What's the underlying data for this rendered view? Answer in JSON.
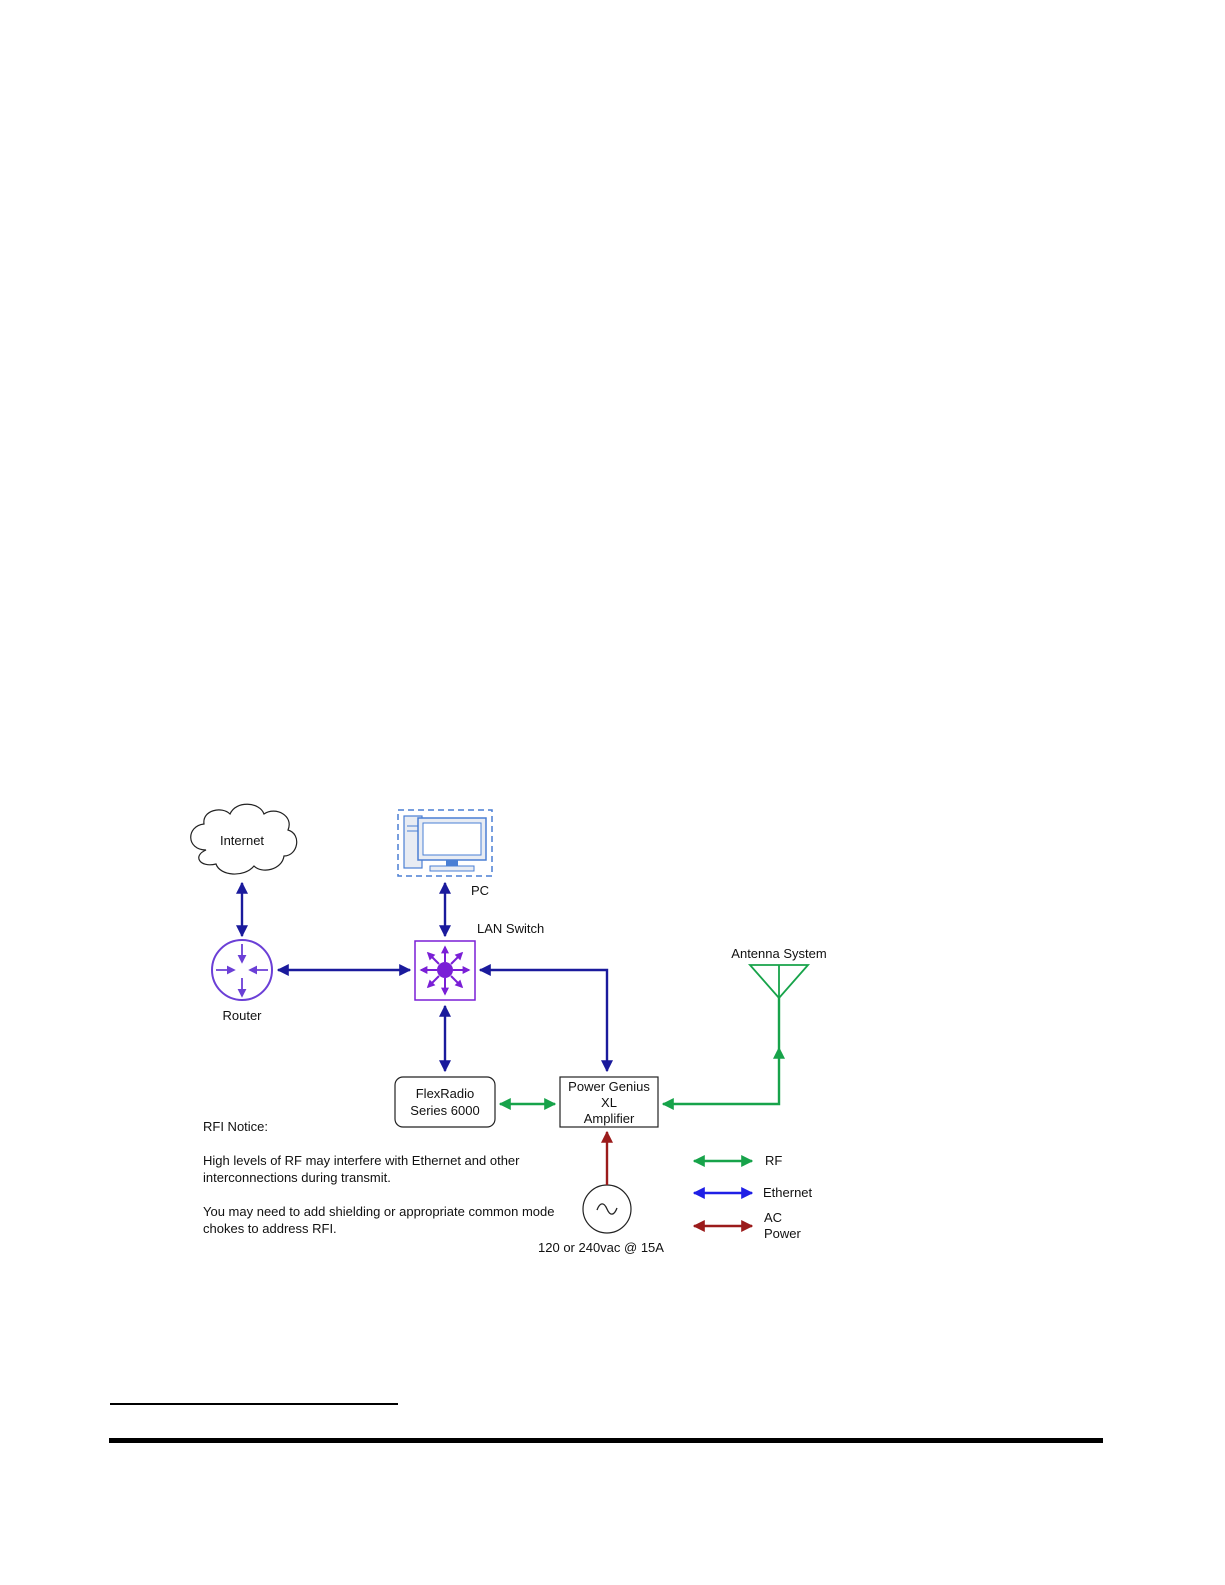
{
  "nodes": {
    "internet": "Internet",
    "pc": "PC",
    "lan_switch": "LAN Switch",
    "router": "Router",
    "antenna": "Antenna System",
    "flexradio_line1": "FlexRadio",
    "flexradio_line2": "Series 6000",
    "amp_line1": "Power Genius",
    "amp_line2": "XL",
    "amp_line3": "Amplifier",
    "ac_source": "120 or 240vac @ 15A"
  },
  "legend": {
    "rf": "RF",
    "ethernet": "Ethernet",
    "ac_line1": "AC",
    "ac_line2": "Power"
  },
  "notice": {
    "title": "RFI Notice:",
    "paragraph1": "High levels of RF may interfere with Ethernet and other interconnections during transmit.",
    "paragraph2": "You may need to add shielding or appropriate common mode chokes to address RFI."
  },
  "colors": {
    "ethernet_link": "#1a1a9c",
    "ethernet_legend": "#1f1fe6",
    "rf": "#17a34a",
    "ac_power": "#9b1b1b",
    "switch": "#7a1fd6",
    "router": "#6b3fd6",
    "pc": "#4a7fd4"
  }
}
